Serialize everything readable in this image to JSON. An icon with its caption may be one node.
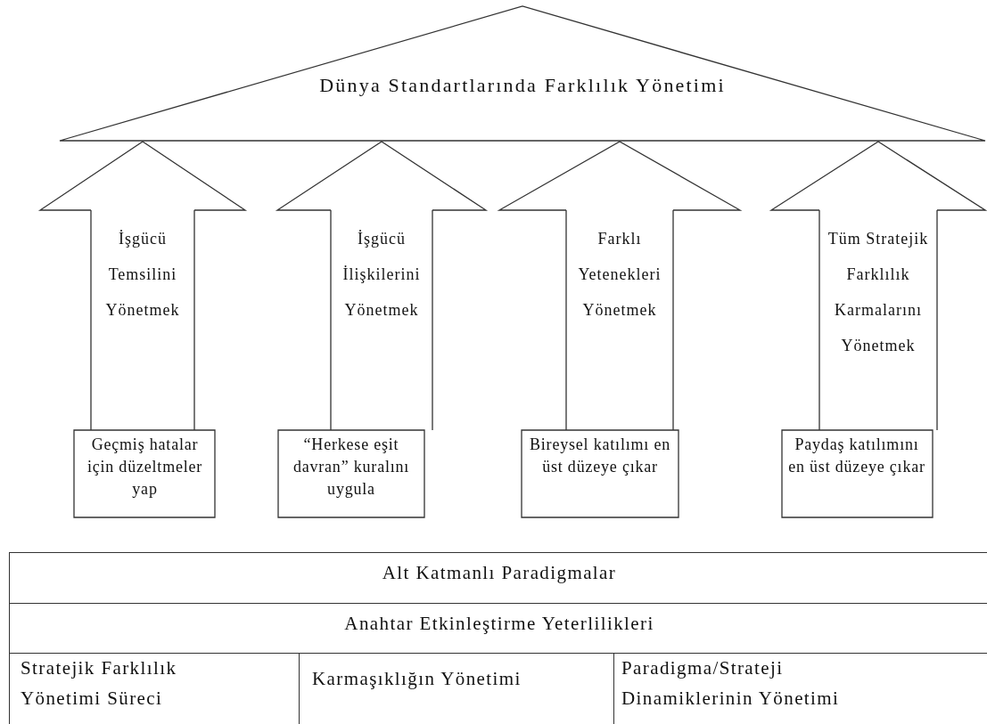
{
  "diagram": {
    "nodes": [
      {
        "text": [
          "Dünya Standartlarında Farklılık Yönetimi"
        ]
      },
      {
        "text": [
          "Geçmiş hatalar için düzeltmeler yap"
        ]
      },
      {
        "text": [
          "“Herkese eşit davran” kuralını uygula"
        ]
      },
      {
        "text": [
          "Bireysel katılımı en üst düzeye çıkar"
        ]
      },
      {
        "text": [
          "Paydaş katılımını en üst düzeye çıkar"
        ]
      }
    ],
    "edges": [
      {
        "from": 1,
        "to": 0,
        "arrow": "to",
        "label": "İşgücü Temsilini Yönetmek"
      },
      {
        "from": 2,
        "to": 0,
        "arrow": "to",
        "label": "İşgücü İlişkilerini Yönetmek"
      },
      {
        "from": 3,
        "to": 0,
        "arrow": "to",
        "label": "Farklı Yetenekleri Yönetmek"
      },
      {
        "from": 4,
        "to": 0,
        "arrow": "to",
        "label": "Tüm Stratejik Farklılık Karmalarını Yönetmek"
      }
    ],
    "labels": [
      "Alt Katmanlı Paradigmalar",
      "Anahtar Etkinleştirme Yeterlilikleri",
      "Stratejik Farklılık Yönetimi Süreci",
      "Karmaşıklığın Yönetimi",
      "Paradigma/Strateji Dinamiklerinin Yönetimi"
    ]
  }
}
